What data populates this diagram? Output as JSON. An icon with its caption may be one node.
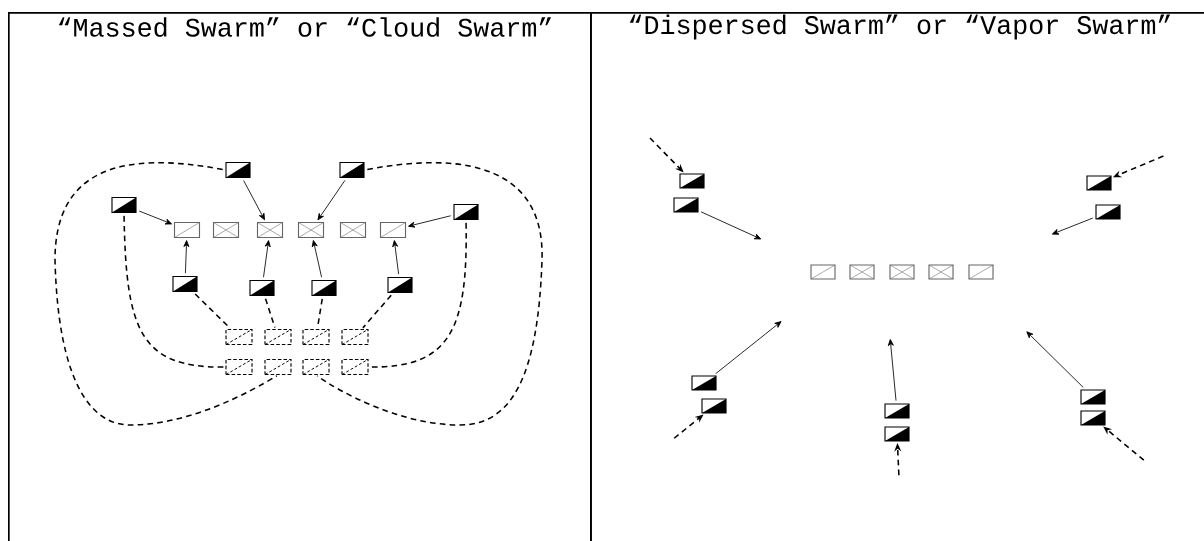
{
  "diagram": {
    "nodes": [
      {
        "text": [
          "“Massed Swarm” or “Cloud Swarm”"
        ]
      },
      {
        "text": [
          "“Dispersed Swarm” or “Vapor Swarm”"
        ]
      },
      {
        "text": [],
        "shape": "box",
        "in": 0
      },
      {
        "text": [],
        "shape": "box",
        "in": 0
      },
      {
        "text": [],
        "shape": "box",
        "in": 0
      },
      {
        "text": [],
        "shape": "box",
        "in": 0
      },
      {
        "text": [],
        "shape": "box",
        "in": 0
      },
      {
        "text": [],
        "shape": "box",
        "in": 0
      },
      {
        "text": [],
        "shape": "box",
        "in": 0
      },
      {
        "text": [],
        "shape": "box",
        "in": 0
      },
      {
        "text": [],
        "shape": "box",
        "in": 0
      },
      {
        "text": [],
        "shape": "box",
        "in": 0
      },
      {
        "text": [],
        "shape": "box",
        "in": 0
      },
      {
        "text": [],
        "shape": "box",
        "in": 0
      },
      {
        "text": [],
        "shape": "box",
        "in": 0
      },
      {
        "text": [],
        "shape": "box",
        "in": 0
      },
      {
        "text": [],
        "shape": "box",
        "in": 0
      },
      {
        "text": [],
        "shape": "box",
        "in": 0
      },
      {
        "text": [],
        "shape": "box",
        "in": 0
      },
      {
        "text": [],
        "shape": "box",
        "in": 0
      },
      {
        "text": [],
        "shape": "box",
        "in": 0
      },
      {
        "text": [],
        "shape": "box",
        "in": 0
      },
      {
        "text": [],
        "shape": "box",
        "in": 0
      },
      {
        "text": [],
        "shape": "box",
        "in": 0
      },
      {
        "text": [],
        "shape": "box",
        "in": 1
      },
      {
        "text": [],
        "shape": "box",
        "in": 1
      },
      {
        "text": [],
        "shape": "box",
        "in": 1
      },
      {
        "text": [],
        "shape": "box",
        "in": 1
      },
      {
        "text": [],
        "shape": "box",
        "in": 1
      },
      {
        "text": [],
        "shape": "box",
        "in": 1
      },
      {
        "text": [],
        "shape": "box",
        "in": 1
      },
      {
        "text": [],
        "shape": "box",
        "in": 1
      },
      {
        "text": [],
        "shape": "box",
        "in": 1
      },
      {
        "text": [],
        "shape": "box",
        "in": 1
      },
      {
        "text": [],
        "shape": "box",
        "in": 1
      },
      {
        "text": [],
        "shape": "box",
        "in": 1
      },
      {
        "text": [],
        "shape": "box",
        "in": 1
      },
      {
        "text": [],
        "shape": "box",
        "in": 1
      },
      {
        "text": [],
        "shape": "box",
        "in": 1
      }
    ],
    "edges": [
      {
        "from": 4,
        "to": 6,
        "arrow": "to"
      },
      {
        "from": 2,
        "to": 8,
        "arrow": "to"
      },
      {
        "from": 3,
        "to": 9,
        "arrow": "to"
      },
      {
        "from": 5,
        "to": 11,
        "arrow": "to"
      },
      {
        "from": 12,
        "to": 6,
        "arrow": "to"
      },
      {
        "from": 13,
        "to": 8,
        "arrow": "to"
      },
      {
        "from": 14,
        "to": 9,
        "arrow": "to"
      },
      {
        "from": 15,
        "to": 11,
        "arrow": "to"
      },
      {
        "from": 12,
        "to": 16,
        "arrow": "none",
        "style": "dashed"
      },
      {
        "from": 13,
        "to": 17,
        "arrow": "none",
        "style": "dashed"
      },
      {
        "from": 14,
        "to": 18,
        "arrow": "none",
        "style": "dashed"
      },
      {
        "from": 15,
        "to": 19,
        "arrow": "none",
        "style": "dashed"
      },
      {
        "from": 4,
        "to": 20,
        "arrow": "none",
        "style": "dashed"
      },
      {
        "from": 5,
        "to": 23,
        "arrow": "none",
        "style": "dashed"
      },
      {
        "from": 2,
        "to": 21,
        "arrow": "none",
        "style": "dashed"
      },
      {
        "from": 3,
        "to": 22,
        "arrow": "none",
        "style": "dashed"
      },
      {
        "from": 26,
        "to": null,
        "arrow": "to"
      },
      {
        "from": 27,
        "to": null,
        "arrow": "to"
      },
      {
        "from": 33,
        "to": null,
        "arrow": "to"
      },
      {
        "from": 35,
        "to": null,
        "arrow": "to"
      },
      {
        "from": 34,
        "to": null,
        "arrow": "to"
      },
      {
        "from": null,
        "to": 24,
        "arrow": "to",
        "style": "dashed"
      },
      {
        "from": null,
        "to": 25,
        "arrow": "to",
        "style": "dashed"
      },
      {
        "from": null,
        "to": 36,
        "arrow": "to",
        "style": "dashed"
      },
      {
        "from": null,
        "to": 38,
        "arrow": "to",
        "style": "dashed"
      },
      {
        "from": null,
        "to": 37,
        "arrow": "to",
        "style": "dashed"
      }
    ]
  }
}
